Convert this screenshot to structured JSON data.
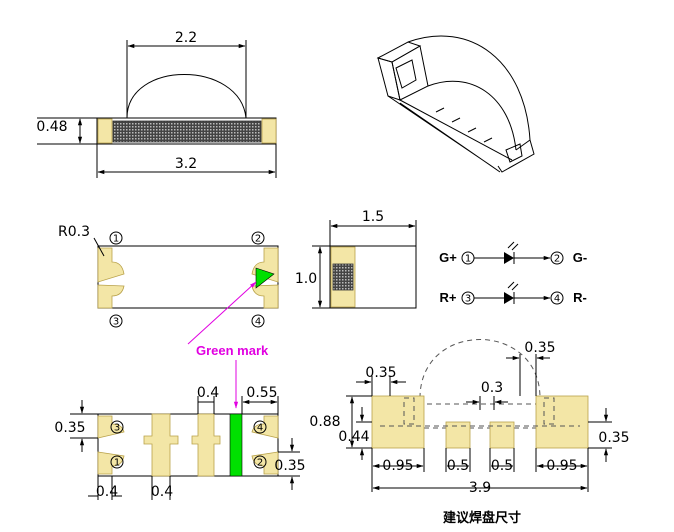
{
  "top_view": {
    "dim_width_top": "2.2",
    "dim_height": "0.48",
    "dim_width_bottom": "3.2"
  },
  "front_view": {
    "radius_label": "R0.3",
    "pin_labels": [
      "1",
      "2",
      "3",
      "4"
    ],
    "green_mark_label": "Green mark"
  },
  "side_view": {
    "dim_width": "1.5",
    "dim_height": "1.0"
  },
  "schematic": {
    "row1": {
      "left": "G+",
      "pin_a": "1",
      "pin_b": "2",
      "right": "G-"
    },
    "row2": {
      "left": "R+",
      "pin_a": "3",
      "pin_b": "4",
      "right": "R-"
    }
  },
  "bottom_view": {
    "dim_left_035": "0.35",
    "dim_04_top": "0.4",
    "dim_055": "0.55",
    "dim_right_035": "0.35",
    "dim_04_bottom_a": "0.4",
    "dim_04_bottom_b": "0.4",
    "pin_labels": [
      "3",
      "4",
      "1",
      "2"
    ]
  },
  "footprint": {
    "dim_035_top_left": "0.35",
    "dim_035_top_right": "0.35",
    "dim_03": "0.3",
    "dim_088": "0.88",
    "dim_044": "0.44",
    "dim_035_right": "0.35",
    "dim_095_left": "0.95",
    "dim_05_a": "0.5",
    "dim_05_b": "0.5",
    "dim_095_right": "0.95",
    "dim_total": "3.9",
    "caption": "建议焊盘尺寸"
  },
  "colors": {
    "pad": "#f3e6a6",
    "green_mark": "#00e000",
    "magenta": "#e100e1"
  }
}
